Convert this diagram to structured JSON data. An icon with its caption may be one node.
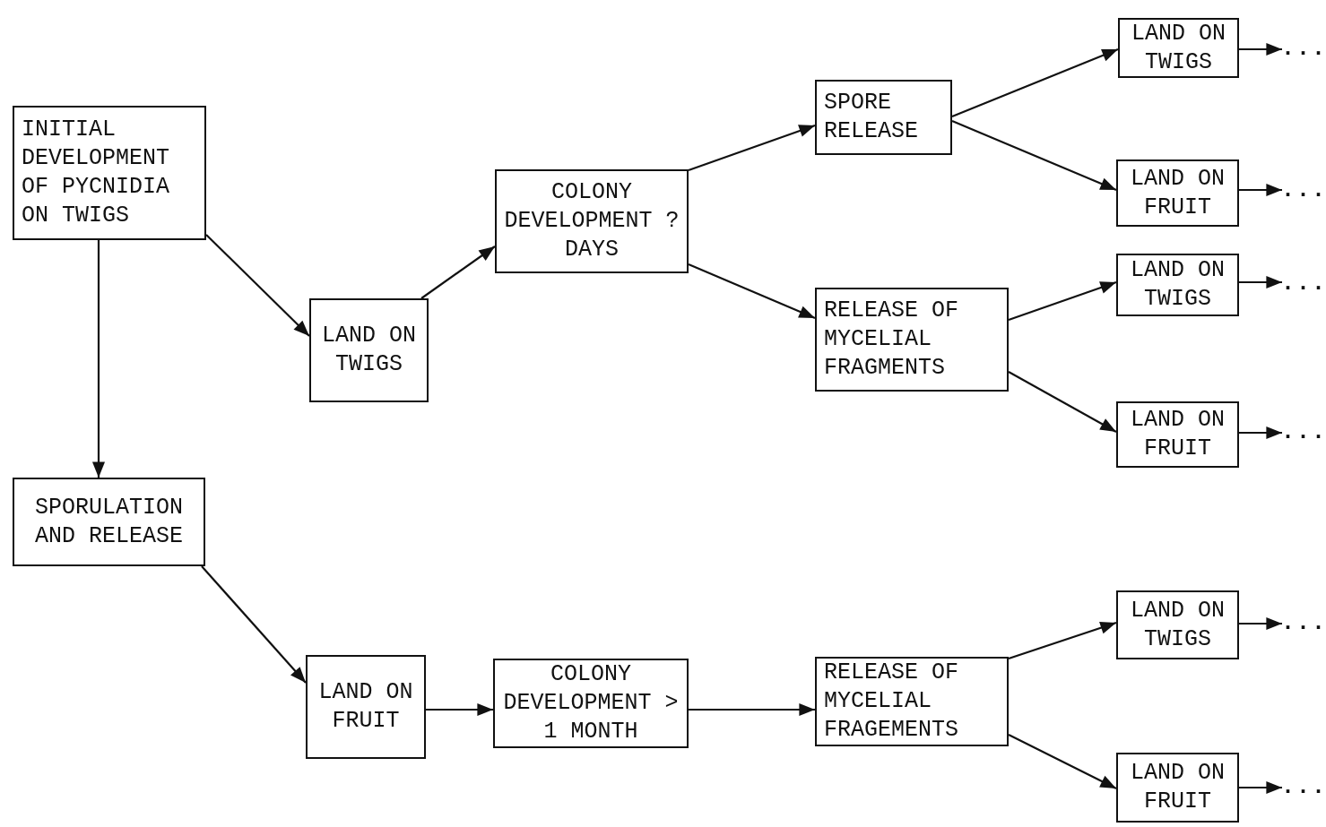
{
  "diagram": {
    "nodes": [
      {
        "text": [
          "INITIAL DEVELOPMENT OF PYCNIDIA ON TWIGS"
        ]
      },
      {
        "text": [
          "SPORULATION AND RELEASE"
        ]
      },
      {
        "text": [
          "LAND ON TWIGS"
        ]
      },
      {
        "text": [
          "LAND ON FRUIT"
        ]
      },
      {
        "text": [
          "COLONY DEVELOPMENT ? DAYS"
        ]
      },
      {
        "text": [
          "COLONY DEVELOPMENT > 1 MONTH"
        ]
      },
      {
        "text": [
          "SPORE RELEASE"
        ]
      },
      {
        "text": [
          "RELEASE OF MYCELIAL FRAGMENTS"
        ]
      },
      {
        "text": [
          "RELEASE OF MYCELIAL FRAGEMENTS"
        ]
      },
      {
        "text": [
          "LAND ON TWIGS"
        ]
      },
      {
        "text": [
          "LAND ON FRUIT"
        ]
      },
      {
        "text": [
          "LAND ON TWIGS"
        ]
      },
      {
        "text": [
          "LAND ON FRUIT"
        ]
      },
      {
        "text": [
          "LAND ON TWIGS"
        ]
      },
      {
        "text": [
          "LAND ON FRUIT"
        ]
      },
      {
        "text": [
          "..."
        ]
      },
      {
        "text": [
          "..."
        ]
      },
      {
        "text": [
          "..."
        ]
      },
      {
        "text": [
          "..."
        ]
      },
      {
        "text": [
          "..."
        ]
      },
      {
        "text": [
          "..."
        ]
      }
    ],
    "edges": [
      {
        "from": 0,
        "to": 1,
        "arrow": "to"
      },
      {
        "from": 0,
        "to": 2,
        "arrow": "to"
      },
      {
        "from": 2,
        "to": 4,
        "arrow": "to"
      },
      {
        "from": 4,
        "to": 6,
        "arrow": "to"
      },
      {
        "from": 4,
        "to": 7,
        "arrow": "to"
      },
      {
        "from": 6,
        "to": 9,
        "arrow": "to"
      },
      {
        "from": 6,
        "to": 10,
        "arrow": "to"
      },
      {
        "from": 7,
        "to": 11,
        "arrow": "to"
      },
      {
        "from": 7,
        "to": 12,
        "arrow": "to"
      },
      {
        "from": 1,
        "to": 3,
        "arrow": "to"
      },
      {
        "from": 3,
        "to": 5,
        "arrow": "to"
      },
      {
        "from": 5,
        "to": 8,
        "arrow": "to"
      },
      {
        "from": 8,
        "to": 13,
        "arrow": "to"
      },
      {
        "from": 8,
        "to": 14,
        "arrow": "to"
      },
      {
        "from": 9,
        "to": 15,
        "arrow": "to"
      },
      {
        "from": 10,
        "to": 16,
        "arrow": "to"
      },
      {
        "from": 11,
        "to": 17,
        "arrow": "to"
      },
      {
        "from": 12,
        "to": 18,
        "arrow": "to"
      },
      {
        "from": 13,
        "to": 19,
        "arrow": "to"
      },
      {
        "from": 14,
        "to": 20,
        "arrow": "to"
      }
    ]
  }
}
